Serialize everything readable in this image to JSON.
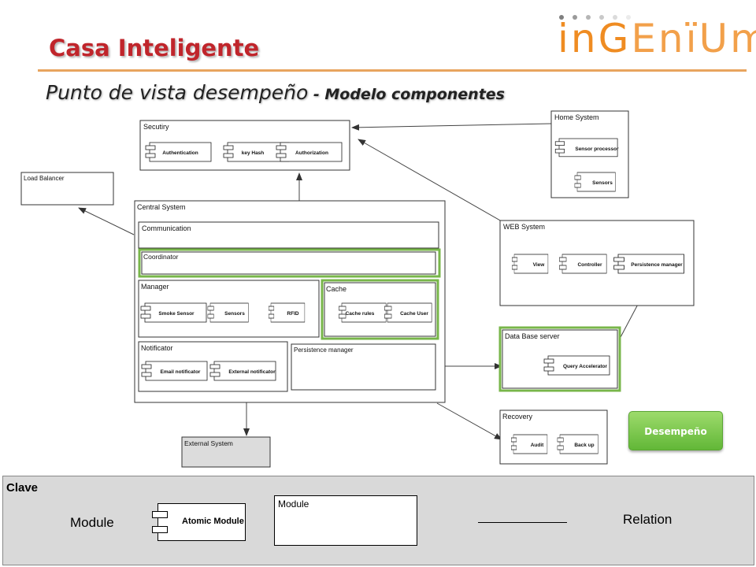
{
  "title": "Casa Inteligente",
  "subtitle": {
    "main": "Punto de vista desempeño",
    "separator": " - ",
    "sub": "Modelo componentes"
  },
  "logo": {
    "part1": "inG",
    "part2": "EnïUm"
  },
  "colors": {
    "accent_red": "#c0252b",
    "orange": "#ef8c22",
    "highlight_green": "#78b64a"
  },
  "diagram": {
    "components": {
      "security": {
        "label": "Secutiry",
        "children": [
          "Authentication",
          "key Hash",
          "Authorization"
        ]
      },
      "home_system": {
        "label": "Home System",
        "children": [
          "Sensor processor",
          "Sensors"
        ]
      },
      "load_balancer": {
        "label": "Load Balancer"
      },
      "central_system": {
        "label": "Central System"
      },
      "communication": {
        "label": "Communication"
      },
      "coordinator": {
        "label": "Coordinator"
      },
      "manager": {
        "label": "Manager",
        "children": [
          "Smoke Sensor",
          "Sensors",
          "RFID"
        ]
      },
      "cache": {
        "label": "Cache",
        "children": [
          "Cache rules",
          "Cache User"
        ]
      },
      "notificator": {
        "label": "Notificator",
        "children": [
          "Email notificator",
          "External notificator"
        ]
      },
      "persistence_manager": {
        "label": "Persistence manager"
      },
      "web_system": {
        "label": "WEB System",
        "children": [
          "View",
          "Controller",
          "Persistence manager"
        ]
      },
      "database_server": {
        "label": "Data Base server",
        "children": [
          "Query Accelerator"
        ]
      },
      "recovery": {
        "label": "Recovery",
        "children": [
          "Audit",
          "Back up"
        ]
      },
      "external_system": {
        "label": "External System"
      }
    }
  },
  "legend": {
    "title": "Clave",
    "module_label": "Module",
    "atomic_module": "Atomic Module",
    "module_box": "Module",
    "relation_label": "Relation"
  },
  "button": {
    "label": "Desempeño"
  }
}
